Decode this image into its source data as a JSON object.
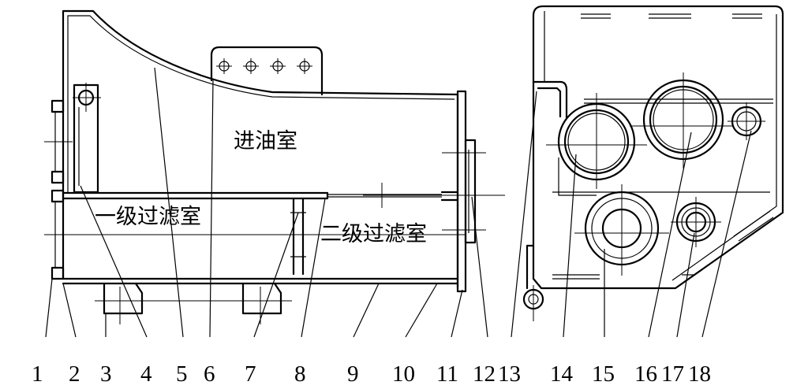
{
  "chambers": {
    "oil_inlet": "进油室",
    "primary_filter": "一级过滤室",
    "secondary_filter": "二级过滤室"
  },
  "part_numbers": [
    "1",
    "2",
    "3",
    "4",
    "5",
    "6",
    "7",
    "8",
    "9",
    "10",
    "11",
    "12",
    "13",
    "14",
    "15",
    "16",
    "17",
    "18"
  ]
}
